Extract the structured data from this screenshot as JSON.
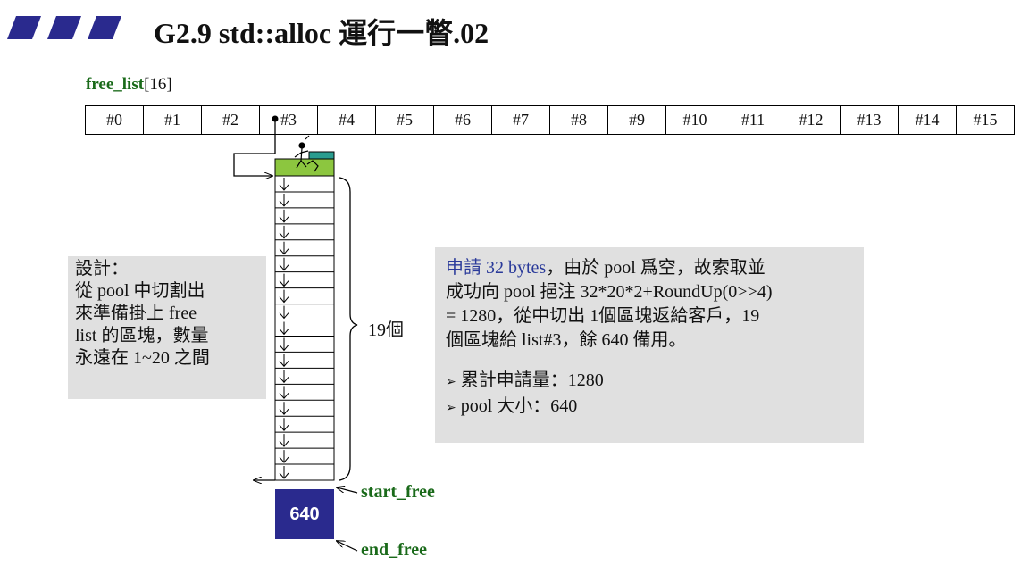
{
  "title": "G2.9 std::alloc 運行一瞥.02",
  "free_list_label": {
    "name": "free_list",
    "size": "[16]"
  },
  "free_list_cells": [
    "#0",
    "#1",
    "#2",
    "#3",
    "#4",
    "#5",
    "#6",
    "#7",
    "#8",
    "#9",
    "#10",
    "#11",
    "#12",
    "#13",
    "#14",
    "#15"
  ],
  "design_box": {
    "lines": [
      "設計：",
      "從 pool 中切割出",
      "來準備掛上 free",
      "list 的區塊，數量",
      "永遠在 1~20 之間"
    ]
  },
  "info_box": {
    "highlight": "申請 32 bytes",
    "text1": "，由於 pool 爲空，故索取並",
    "line2": "成功向 pool 挹注 32*20*2+RoundUp(0>>4)",
    "line3": "= 1280，從中切出 1個區塊返給客戶，19",
    "line4": "個區塊給 list#3，餘 640 備用。",
    "bullet1": "累計申請量：1280",
    "bullet2": "pool 大小：640",
    "bullet_glyph": "➢"
  },
  "brace_label": "19個",
  "start_free_label": "start_free",
  "end_free_label": "end_free",
  "pool_value": "640",
  "colors": {
    "title_bar": "#2a2a8e",
    "green_block": "#8cc63f",
    "teal_block": "#2a9d8f",
    "pool_block": "#2a2a8e",
    "label_green": "#1a6a1a",
    "box_bg": "#e0e0e0"
  }
}
